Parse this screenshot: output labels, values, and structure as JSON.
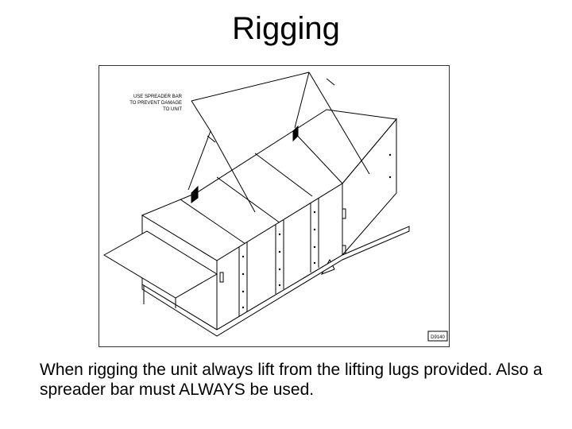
{
  "slide": {
    "title": "Rigging",
    "caption": "When rigging the unit always lift from the lifting lugs provided. Also a spreader bar must ALWAYS be used."
  },
  "figure": {
    "callout_lines": [
      "USE SPREADER BAR",
      "TO PREVENT DAMAGE",
      "TO UNIT"
    ],
    "drawing_number": "D9140"
  }
}
